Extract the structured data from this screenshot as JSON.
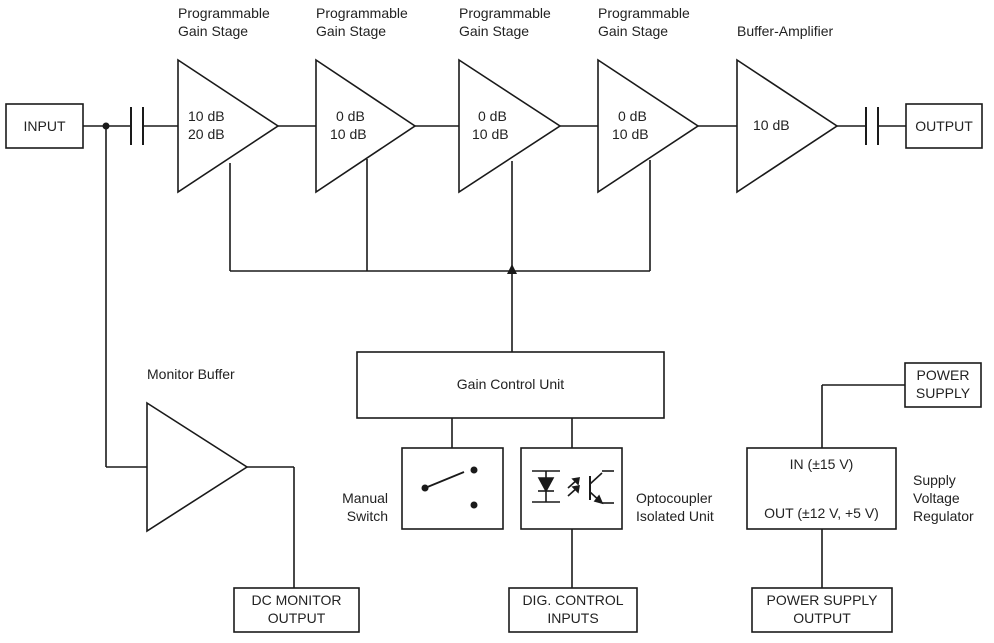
{
  "blocks": {
    "input": "INPUT",
    "output": "OUTPUT",
    "gain_stages": [
      {
        "title_line1": "Programmable",
        "title_line2": "Gain Stage",
        "value_line1": "10 dB",
        "value_line2": "20 dB"
      },
      {
        "title_line1": "Programmable",
        "title_line2": "Gain Stage",
        "value_line1": "0 dB",
        "value_line2": "10 dB"
      },
      {
        "title_line1": "Programmable",
        "title_line2": "Gain Stage",
        "value_line1": "0 dB",
        "value_line2": "10 dB"
      },
      {
        "title_line1": "Programmable",
        "title_line2": "Gain Stage",
        "value_line1": "0 dB",
        "value_line2": "10 dB"
      }
    ],
    "buffer_amplifier": {
      "title": "Buffer-Amplifier",
      "value": "10 dB"
    },
    "monitor_buffer": "Monitor Buffer",
    "gain_control_unit": "Gain Control Unit",
    "manual_switch": {
      "line1": "Manual",
      "line2": "Switch"
    },
    "optocoupler": {
      "line1": "Optocoupler",
      "line2": "Isolated Unit"
    },
    "dc_monitor_output": {
      "line1": "DC MONITOR",
      "line2": "OUTPUT"
    },
    "dig_control_inputs": {
      "line1": "DIG. CONTROL",
      "line2": "INPUTS"
    },
    "power_supply": {
      "line1": "POWER",
      "line2": "SUPPLY"
    },
    "regulator": {
      "in_label": "IN (±15 V)",
      "out_label": "OUT (±12 V, +5 V)",
      "line1": "Supply",
      "line2": "Voltage",
      "line3": "Regulator"
    },
    "power_supply_output": {
      "line1": "POWER SUPPLY",
      "line2": "OUTPUT"
    }
  }
}
